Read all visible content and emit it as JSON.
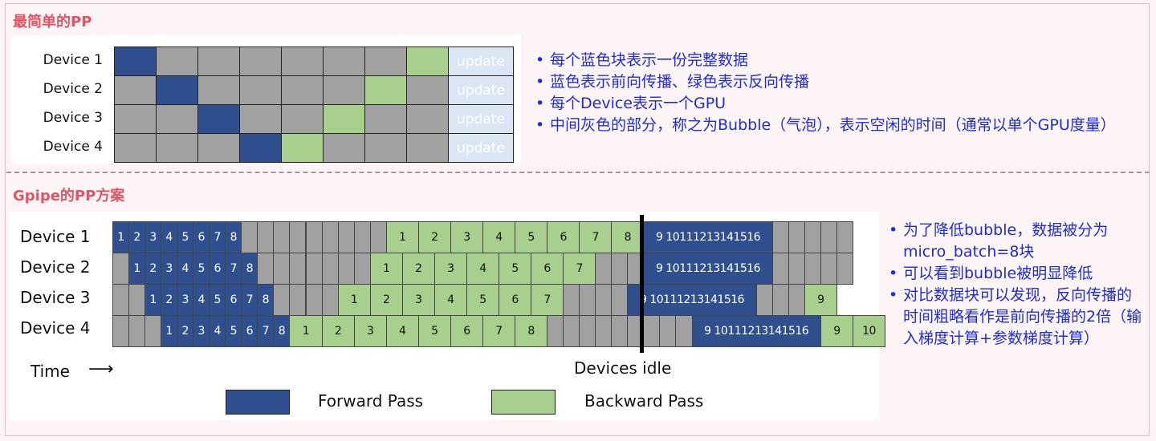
{
  "simple": {
    "title": "最简单的PP",
    "devices": [
      "Device 1",
      "Device 2",
      "Device 3",
      "Device 4"
    ],
    "update_label": "update",
    "rows": [
      [
        "f",
        "g",
        "g",
        "g",
        "g",
        "g",
        "g",
        "b"
      ],
      [
        "g",
        "f",
        "g",
        "g",
        "g",
        "g",
        "b",
        "g"
      ],
      [
        "g",
        "g",
        "f",
        "g",
        "g",
        "b",
        "g",
        "g"
      ],
      [
        "g",
        "g",
        "g",
        "f",
        "b",
        "g",
        "g",
        "g"
      ]
    ],
    "bullets": [
      "每个蓝色块表示一份完整数据",
      "蓝色表示前向传播、绿色表示反向传播",
      "每个Device表示一个GPU",
      "中间灰色的部分，称之为Bubble（气泡），表示空闲的时间（通常以单个GPU度量）"
    ]
  },
  "gpipe": {
    "title": "Gpipe的PP方案",
    "devices": [
      "Device 1",
      "Device 2",
      "Device 3",
      "Device 4"
    ],
    "time_label": "Time",
    "time_arrow": "⟶",
    "idle_label": "Devices idle",
    "legend_forward": "Forward Pass",
    "legend_backward": "Backward Pass",
    "rows": [
      [
        {
          "t": "f",
          "v": "1"
        },
        {
          "t": "f",
          "v": "2"
        },
        {
          "t": "f",
          "v": "3"
        },
        {
          "t": "f",
          "v": "4"
        },
        {
          "t": "f",
          "v": "5"
        },
        {
          "t": "f",
          "v": "6"
        },
        {
          "t": "f",
          "v": "7"
        },
        {
          "t": "f",
          "v": "8"
        },
        {
          "t": "g",
          "n": 9
        },
        {
          "t": "b",
          "v": "1"
        },
        {
          "t": "b",
          "v": "2"
        },
        {
          "t": "b",
          "v": "3"
        },
        {
          "t": "b",
          "v": "4"
        },
        {
          "t": "b",
          "v": "5"
        },
        {
          "t": "b",
          "v": "6"
        },
        {
          "t": "b",
          "v": "7"
        },
        {
          "t": "b",
          "v": "8"
        },
        {
          "t": "mf",
          "v": "9 10111213141516"
        },
        {
          "t": "g",
          "n": 5
        }
      ],
      [
        {
          "t": "g",
          "n": 1
        },
        {
          "t": "f",
          "v": "1"
        },
        {
          "t": "f",
          "v": "2"
        },
        {
          "t": "f",
          "v": "3"
        },
        {
          "t": "f",
          "v": "4"
        },
        {
          "t": "f",
          "v": "5"
        },
        {
          "t": "f",
          "v": "6"
        },
        {
          "t": "f",
          "v": "7"
        },
        {
          "t": "f",
          "v": "8"
        },
        {
          "t": "g",
          "n": 7
        },
        {
          "t": "b",
          "v": "1"
        },
        {
          "t": "b",
          "v": "2"
        },
        {
          "t": "b",
          "v": "3"
        },
        {
          "t": "b",
          "v": "4"
        },
        {
          "t": "b",
          "v": "5"
        },
        {
          "t": "b",
          "v": "6"
        },
        {
          "t": "b",
          "v": "7"
        },
        {
          "t": "g",
          "n": 2
        },
        {
          "t": "g",
          "n": 1
        },
        {
          "t": "mf",
          "v": "9 10111213141516"
        },
        {
          "t": "g",
          "n": 5
        }
      ],
      [
        {
          "t": "g",
          "n": 2
        },
        {
          "t": "f",
          "v": "1"
        },
        {
          "t": "f",
          "v": "2"
        },
        {
          "t": "f",
          "v": "3"
        },
        {
          "t": "f",
          "v": "4"
        },
        {
          "t": "f",
          "v": "5"
        },
        {
          "t": "f",
          "v": "6"
        },
        {
          "t": "f",
          "v": "7"
        },
        {
          "t": "f",
          "v": "8"
        },
        {
          "t": "g",
          "n": 4
        },
        {
          "t": "b",
          "v": "1"
        },
        {
          "t": "b",
          "v": "2"
        },
        {
          "t": "b",
          "v": "3"
        },
        {
          "t": "b",
          "v": "4"
        },
        {
          "t": "b",
          "v": "5"
        },
        {
          "t": "b",
          "v": "6"
        },
        {
          "t": "b",
          "v": "7"
        },
        {
          "t": "g",
          "n": 3
        },
        {
          "t": "g",
          "n": 1
        },
        {
          "t": "mf",
          "v": "9 10111213141516"
        },
        {
          "t": "g",
          "n": 3
        },
        {
          "t": "b",
          "v": "9"
        }
      ],
      [
        {
          "t": "g",
          "n": 3
        },
        {
          "t": "f",
          "v": "1"
        },
        {
          "t": "f",
          "v": "2"
        },
        {
          "t": "f",
          "v": "3"
        },
        {
          "t": "f",
          "v": "4"
        },
        {
          "t": "f",
          "v": "5"
        },
        {
          "t": "f",
          "v": "6"
        },
        {
          "t": "f",
          "v": "7"
        },
        {
          "t": "f",
          "v": "8"
        },
        {
          "t": "b",
          "v": "1"
        },
        {
          "t": "b",
          "v": "2"
        },
        {
          "t": "b",
          "v": "3"
        },
        {
          "t": "b",
          "v": "4"
        },
        {
          "t": "b",
          "v": "5"
        },
        {
          "t": "b",
          "v": "6"
        },
        {
          "t": "b",
          "v": "7"
        },
        {
          "t": "b",
          "v": "8"
        },
        {
          "t": "g",
          "n": 9
        },
        {
          "t": "mf",
          "v": "9 10111213141516"
        },
        {
          "t": "b",
          "v": "9"
        },
        {
          "t": "b",
          "v": "10"
        }
      ]
    ],
    "bullets": [
      "为了降低bubble，数据被分为micro_batch=8块",
      "可以看到bubble被明显降低",
      "对比数据块可以发现，反向传播的时间粗略看作是前向传播的2倍（输入梯度计算+参数梯度计算）"
    ]
  },
  "colors": {
    "forward": "#2f4f8f",
    "backward": "#a9cf8f",
    "idle": "#a1a1a1",
    "update": "#dbe5f4",
    "title": "#e05566",
    "bullet_text": "#1d2ce0"
  }
}
